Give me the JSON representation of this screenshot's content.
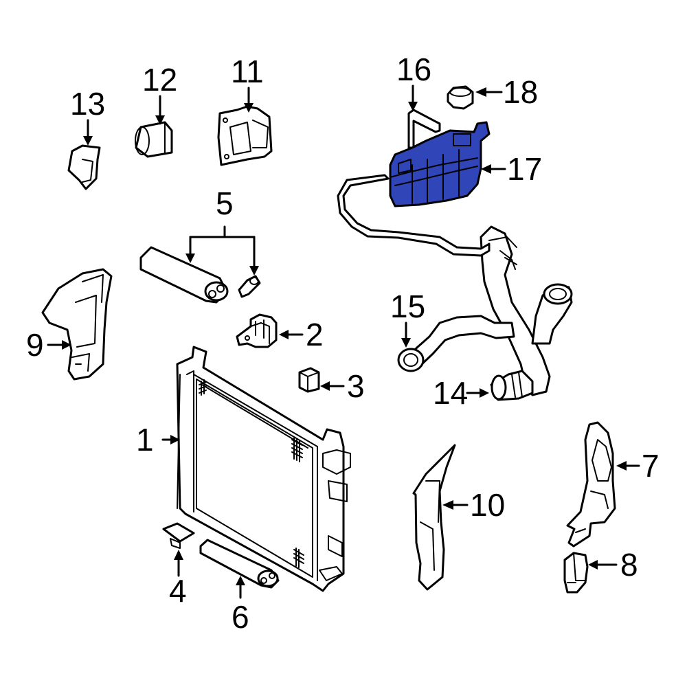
{
  "colors": {
    "highlight": "#2f45b8",
    "line": "#000000",
    "background": "#ffffff"
  },
  "callouts": [
    {
      "id": "1",
      "text": "1"
    },
    {
      "id": "2",
      "text": "2"
    },
    {
      "id": "3",
      "text": "3"
    },
    {
      "id": "4",
      "text": "4"
    },
    {
      "id": "5",
      "text": "5"
    },
    {
      "id": "6",
      "text": "6"
    },
    {
      "id": "7",
      "text": "7"
    },
    {
      "id": "8",
      "text": "8"
    },
    {
      "id": "9",
      "text": "9"
    },
    {
      "id": "10",
      "text": "10"
    },
    {
      "id": "11",
      "text": "11"
    },
    {
      "id": "12",
      "text": "12"
    },
    {
      "id": "13",
      "text": "13"
    },
    {
      "id": "14",
      "text": "14"
    },
    {
      "id": "15",
      "text": "15"
    },
    {
      "id": "16",
      "text": "16"
    },
    {
      "id": "17",
      "text": "17"
    },
    {
      "id": "18",
      "text": "18"
    }
  ]
}
